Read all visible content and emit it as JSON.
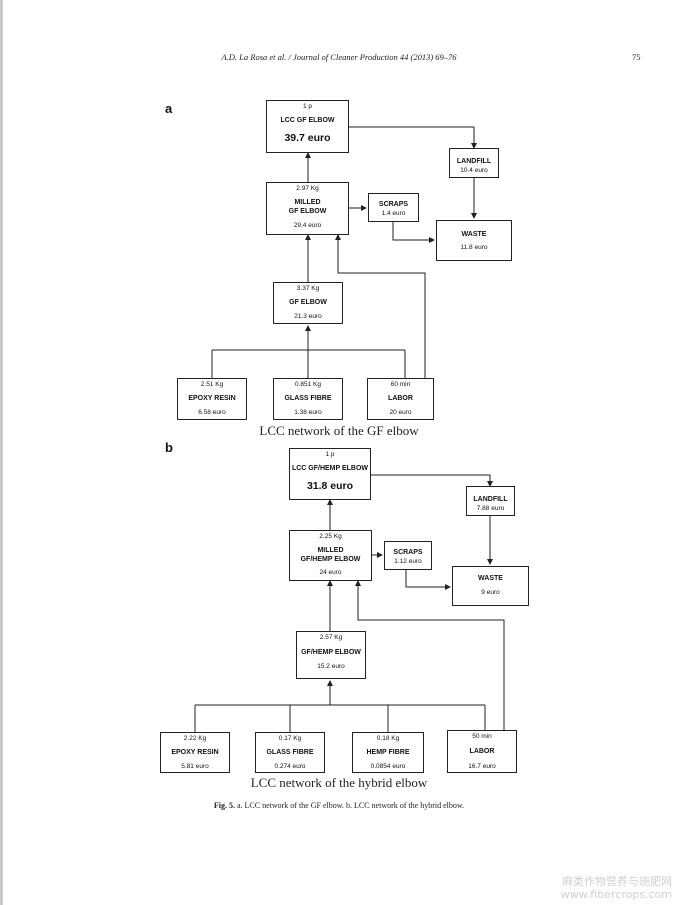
{
  "header": {
    "running_head": "A.D. La Rosa et al. / Journal of Cleaner Production 44 (2013) 69–76",
    "page_number": "75"
  },
  "panel_a": {
    "letter": "a",
    "top": {
      "qty": "1 p",
      "name": "LCC GF ELBOW",
      "cost": "39.7 euro"
    },
    "milled": {
      "qty": "2.97 Kg",
      "name1": "MILLED",
      "name2": "GF ELBOW",
      "cost": "29.4 euro"
    },
    "scraps": {
      "name": "SCRAPS",
      "cost": "1.4 euro"
    },
    "landfill": {
      "name": "LANDFILL",
      "cost": "10.4 euro"
    },
    "waste": {
      "name": "WASTE",
      "cost": "11.8 euro"
    },
    "elbow": {
      "qty": "3.37 Kg",
      "name": "GF ELBOW",
      "cost": "21.3 euro"
    },
    "inputs": [
      {
        "qty": "2.51 Kg",
        "name": "EPOXY RESIN",
        "cost": "6.58 euro"
      },
      {
        "qty": "0.851 Kg",
        "name": "GLASS FIBRE",
        "cost": "1.38 euro"
      },
      {
        "qty": "60 min",
        "name": "LABOR",
        "cost": "20 euro"
      }
    ],
    "caption": "LCC network of the GF elbow"
  },
  "panel_b": {
    "letter": "b",
    "top": {
      "qty": "1 p",
      "name": "LCC GF/HEMP ELBOW",
      "cost": "31.8 euro"
    },
    "milled": {
      "qty": "2.25 Kg",
      "name1": "MILLED",
      "name2": "GF/HEMP ELBOW",
      "cost": "24 euro"
    },
    "scraps": {
      "name": "SCRAPS",
      "cost": "1.12 euro"
    },
    "landfill": {
      "name": "LANDFILL",
      "cost": "7.88 euro"
    },
    "waste": {
      "name": "WASTE",
      "cost": "9 euro"
    },
    "elbow": {
      "qty": "2.57 Kg",
      "name": "GF/HEMP ELBOW",
      "cost": "15.2 euro"
    },
    "inputs": [
      {
        "qty": "2.22 Kg",
        "name": "EPOXY RESIN",
        "cost": "5.81 euro"
      },
      {
        "qty": "0.17 Kg",
        "name": "GLASS FIBRE",
        "cost": "0.274 euro"
      },
      {
        "qty": "0.18 Kg",
        "name": "HEMP FIBRE",
        "cost": "0.0854 euro"
      },
      {
        "qty": "50 min",
        "name": "LABOR",
        "cost": "16.7 euro"
      }
    ],
    "caption": "LCC network of the hybrid elbow"
  },
  "figure_caption": {
    "label": "Fig. 5.",
    "text": "a. LCC network of the GF elbow. b. LCC network of the hybrid elbow."
  },
  "watermark": {
    "line1": "麻类作物营养与施肥网",
    "line2": "www.fibercrops.com"
  }
}
